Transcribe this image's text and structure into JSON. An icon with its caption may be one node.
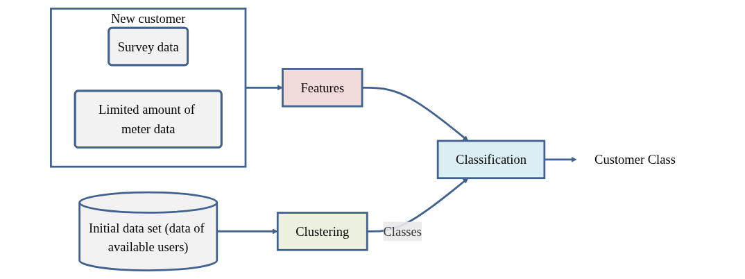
{
  "diagram": {
    "nodes": [
      {
        "text": [
          "New customer"
        ]
      },
      {
        "text": [
          "Survey data"
        ],
        "in": 0
      },
      {
        "text": [
          "Limited amount of meter data"
        ],
        "in": 0
      },
      {
        "text": [
          "Features"
        ]
      },
      {
        "text": [
          "Initial data set (data of available users)"
        ]
      },
      {
        "text": [
          "Clustering"
        ]
      },
      {
        "text": [
          "Classification"
        ]
      },
      {
        "text": [
          "Customer Class"
        ]
      }
    ],
    "edges": [
      {
        "from": 0,
        "to": 3,
        "arrow": "to"
      },
      {
        "from": 3,
        "to": 6,
        "arrow": "to"
      },
      {
        "from": 4,
        "to": 5,
        "arrow": "to"
      },
      {
        "from": 5,
        "to": 6,
        "arrow": "to",
        "label": "Classes"
      },
      {
        "from": 6,
        "to": 7,
        "arrow": "to"
      }
    ]
  }
}
